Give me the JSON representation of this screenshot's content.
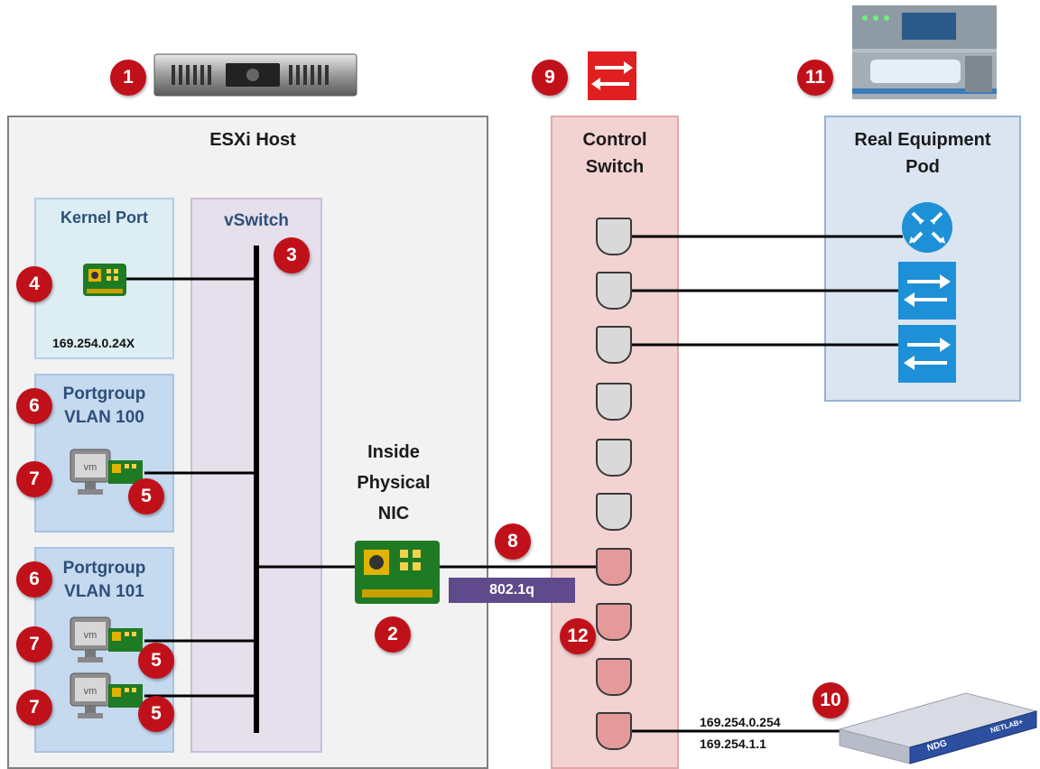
{
  "labels": {
    "esxi_host": "ESXi Host",
    "kernel_port": "Kernel Port",
    "kernel_ip": "169.254.0.24X",
    "vswitch": "vSwitch",
    "portgroup_100_a": "Portgroup",
    "portgroup_100_b": "VLAN 100",
    "portgroup_101_a": "Portgroup",
    "portgroup_101_b": "VLAN 101",
    "inside_nic_a": "Inside",
    "inside_nic_b": "Physical",
    "inside_nic_c": "NIC",
    "control_switch_a": "Control",
    "control_switch_b": "Switch",
    "real_pod_a": "Real Equipment",
    "real_pod_b": "Pod",
    "trunk_tag": "802.1q",
    "netlab_ip_1": "169.254.0.254",
    "netlab_ip_2": "169.254.1.1",
    "vm_text": "vm",
    "netlab_brand": "NDG",
    "netlab_name": "NETLAB+"
  },
  "callouts": {
    "server": "1",
    "physical_nic": "2",
    "vswitch": "3",
    "kernel_nic": "4",
    "vnic_100": "5",
    "vnic_101_a": "5",
    "vnic_101_b": "5",
    "portgroup_100": "6",
    "portgroup_101": "6",
    "vm_100": "7",
    "vm_101_a": "7",
    "vm_101_b": "7",
    "trunk": "8",
    "control_switch": "9",
    "netlab_appliance": "10",
    "real_equipment": "11",
    "vlan_ports": "12"
  },
  "colors": {
    "callout": "#c0111a",
    "esxi_bg": "#f2f2f2",
    "kernel_bg": "#dceef3",
    "portgroup_bg": "#c5d9ef",
    "vswitch_bg": "#e6dfec",
    "control_bg": "#f3d2d2",
    "realpod_bg": "#dbe5f1",
    "port_unused": "#d9d9d9",
    "port_vlan": "#e49a9a",
    "trunk_tag": "#5f4b8b",
    "device_blue": "#1e90d8"
  },
  "icons": [
    "server-icon",
    "nic-icon",
    "vm-icon",
    "switch-icon",
    "router-icon",
    "rack-photo-icon",
    "netlab-appliance-icon"
  ]
}
